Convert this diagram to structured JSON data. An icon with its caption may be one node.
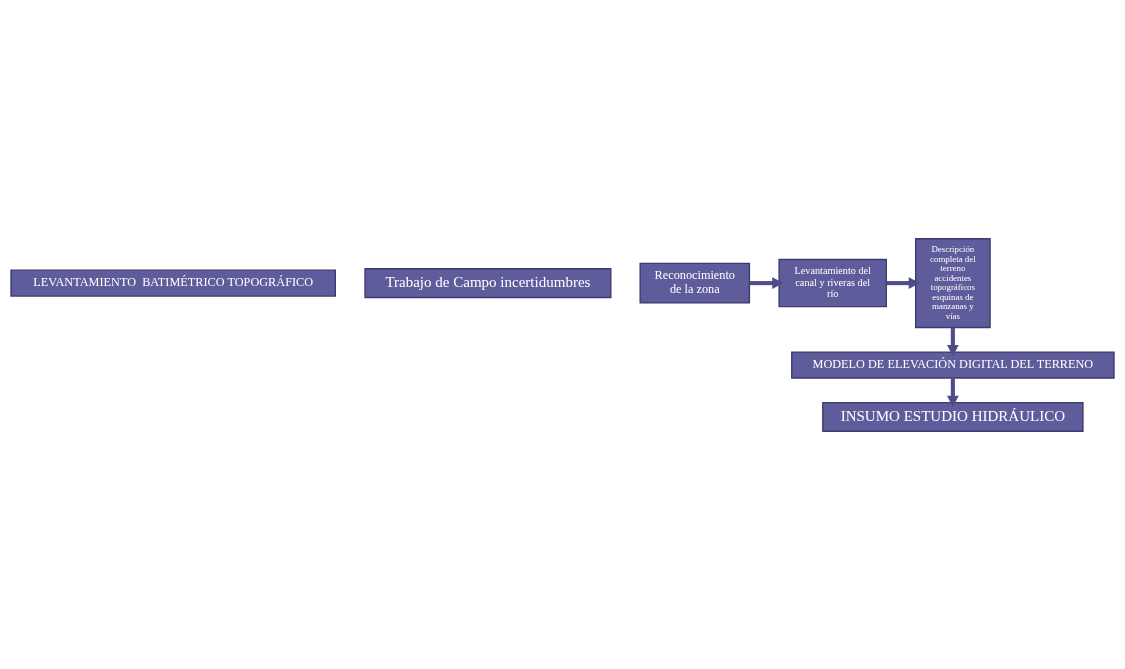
{
  "diagram": {
    "nodes": [
      {
        "text": [
          "LEVANTAMIENTO  BATIMÉTRICO TOPOGRÁFICO"
        ]
      },
      {
        "text": [
          "Trabajo de Campo incertidumbres"
        ]
      },
      {
        "text": [
          "Reconocimiento de la zona"
        ]
      },
      {
        "text": [
          "Levantamiento del canal y riveras del río"
        ]
      },
      {
        "text": [
          "Descripción completa del terreno accidentes topográficos esquinas de manzanas y vías"
        ]
      },
      {
        "text": [
          "MODELO DE ELEVACIÓN DIGITAL DEL TERRENO"
        ]
      },
      {
        "text": [
          "INSUMO ESTUDIO HIDRÁULICO"
        ]
      }
    ],
    "edges": [
      {
        "from": 2,
        "to": 3,
        "arrow": "to"
      },
      {
        "from": 3,
        "to": 4,
        "arrow": "to"
      },
      {
        "from": 4,
        "to": 5,
        "arrow": "to"
      },
      {
        "from": 5,
        "to": 6,
        "arrow": "to"
      }
    ]
  }
}
